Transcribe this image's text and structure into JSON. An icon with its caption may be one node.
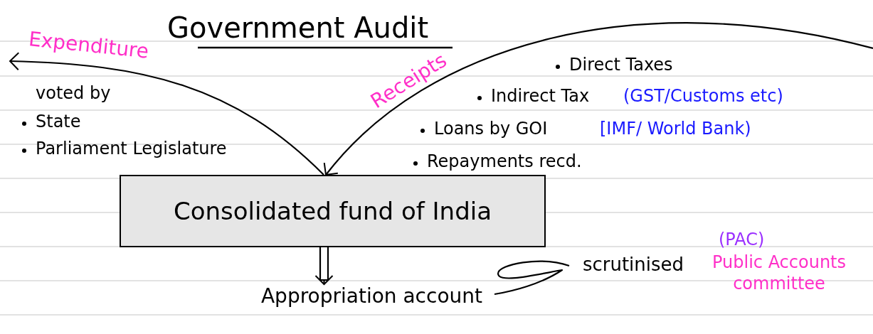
{
  "diagram": {
    "title": "Government Audit",
    "nodes": [
      {
        "text": [
          "Consolidated fund of India"
        ]
      },
      {
        "text": [
          "Appropriation account"
        ]
      },
      {
        "text": [
          "scrutinised"
        ]
      }
    ],
    "edges": [
      {
        "from": 0,
        "to": null,
        "arrow": "to",
        "label": "Expenditure"
      },
      {
        "from": null,
        "to": 0,
        "arrow": "to",
        "label": "Receipts"
      },
      {
        "from": 0,
        "to": 1,
        "arrow": "to"
      },
      {
        "from": 2,
        "to": 1,
        "arrow": "none"
      }
    ],
    "labels": [
      "voted by",
      "State",
      "Parliament Legislature",
      "Direct Taxes",
      "Indirect Tax",
      "(GST/Customs etc)",
      "Loans by GOI",
      "[IMF/ World Bank)",
      "Repayments recd.",
      "(PAC)",
      "Public Accounts committee"
    ]
  }
}
